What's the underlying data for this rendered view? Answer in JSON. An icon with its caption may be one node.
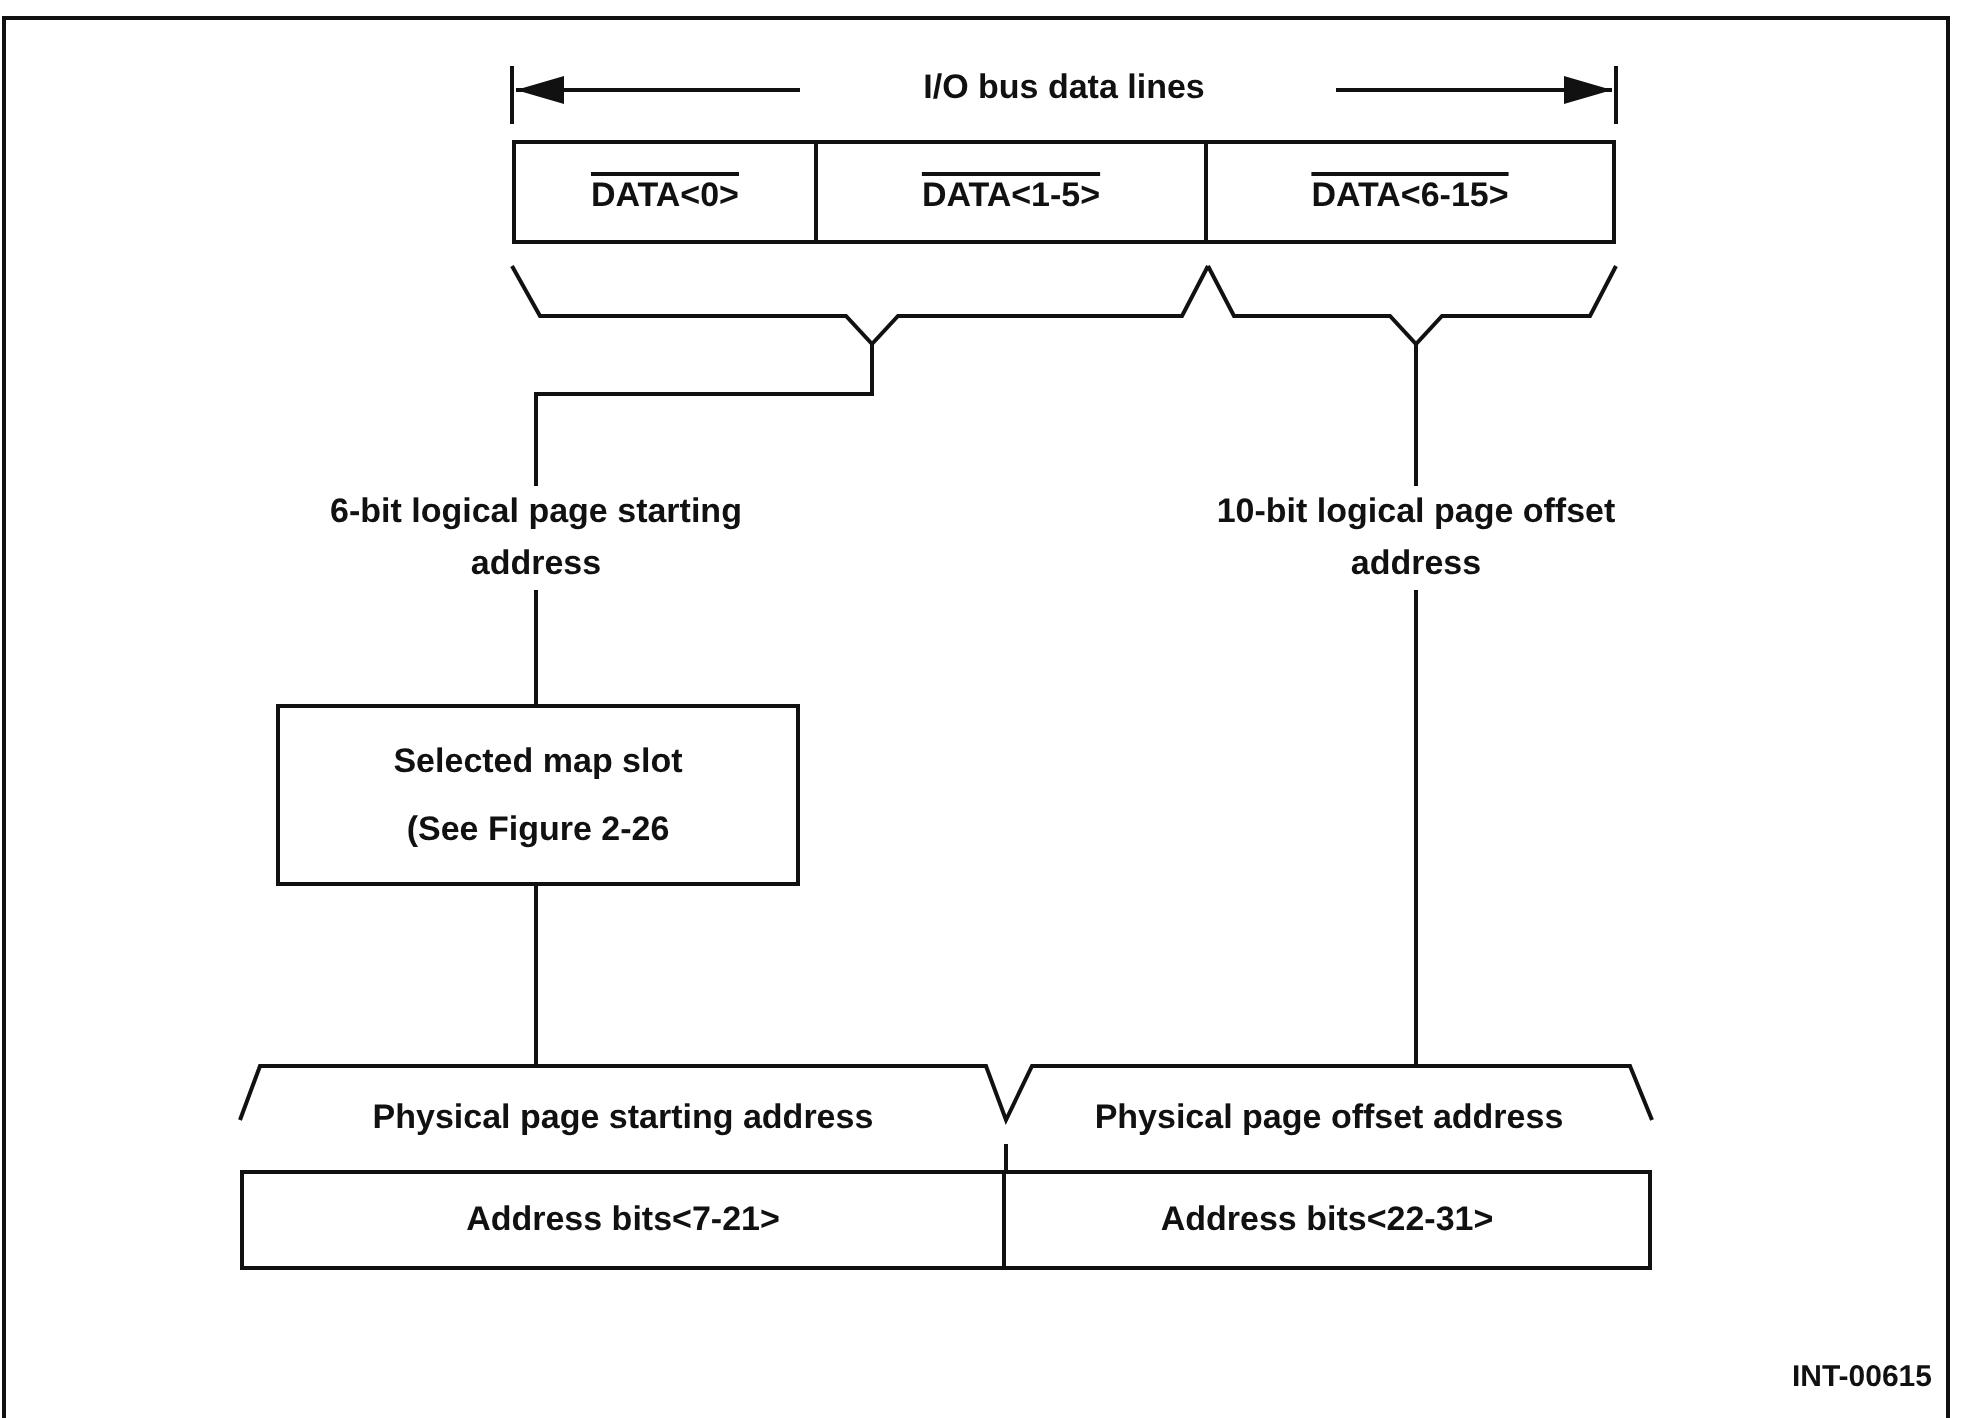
{
  "diagram": {
    "nodes": [
      {
        "text": [
          "DATA<0>"
        ]
      },
      {
        "text": [
          "DATA<1-5>"
        ]
      },
      {
        "text": [
          "DATA<6-15>"
        ]
      },
      {
        "text": [
          "6-bit logical page starting address"
        ]
      },
      {
        "text": [
          "10-bit logical page offset address"
        ]
      },
      {
        "text": [
          "Selected map slot",
          "(See Figure  2-26"
        ]
      },
      {
        "text": [
          "Physical page starting address",
          "Address bits<7-21>"
        ]
      },
      {
        "text": [
          "Physical page offset address",
          "Address bits<22-31>"
        ]
      }
    ],
    "edges": [
      {
        "from": 0,
        "to": 3,
        "arrow": "none"
      },
      {
        "from": 1,
        "to": 3,
        "arrow": "none"
      },
      {
        "from": 2,
        "to": 4,
        "arrow": "none"
      },
      {
        "from": 3,
        "to": 5,
        "arrow": "none"
      },
      {
        "from": 5,
        "to": 6,
        "arrow": "none"
      },
      {
        "from": 4,
        "to": 7,
        "arrow": "none"
      }
    ],
    "labels": [
      "I/O bus data lines",
      "INT-00615"
    ]
  }
}
